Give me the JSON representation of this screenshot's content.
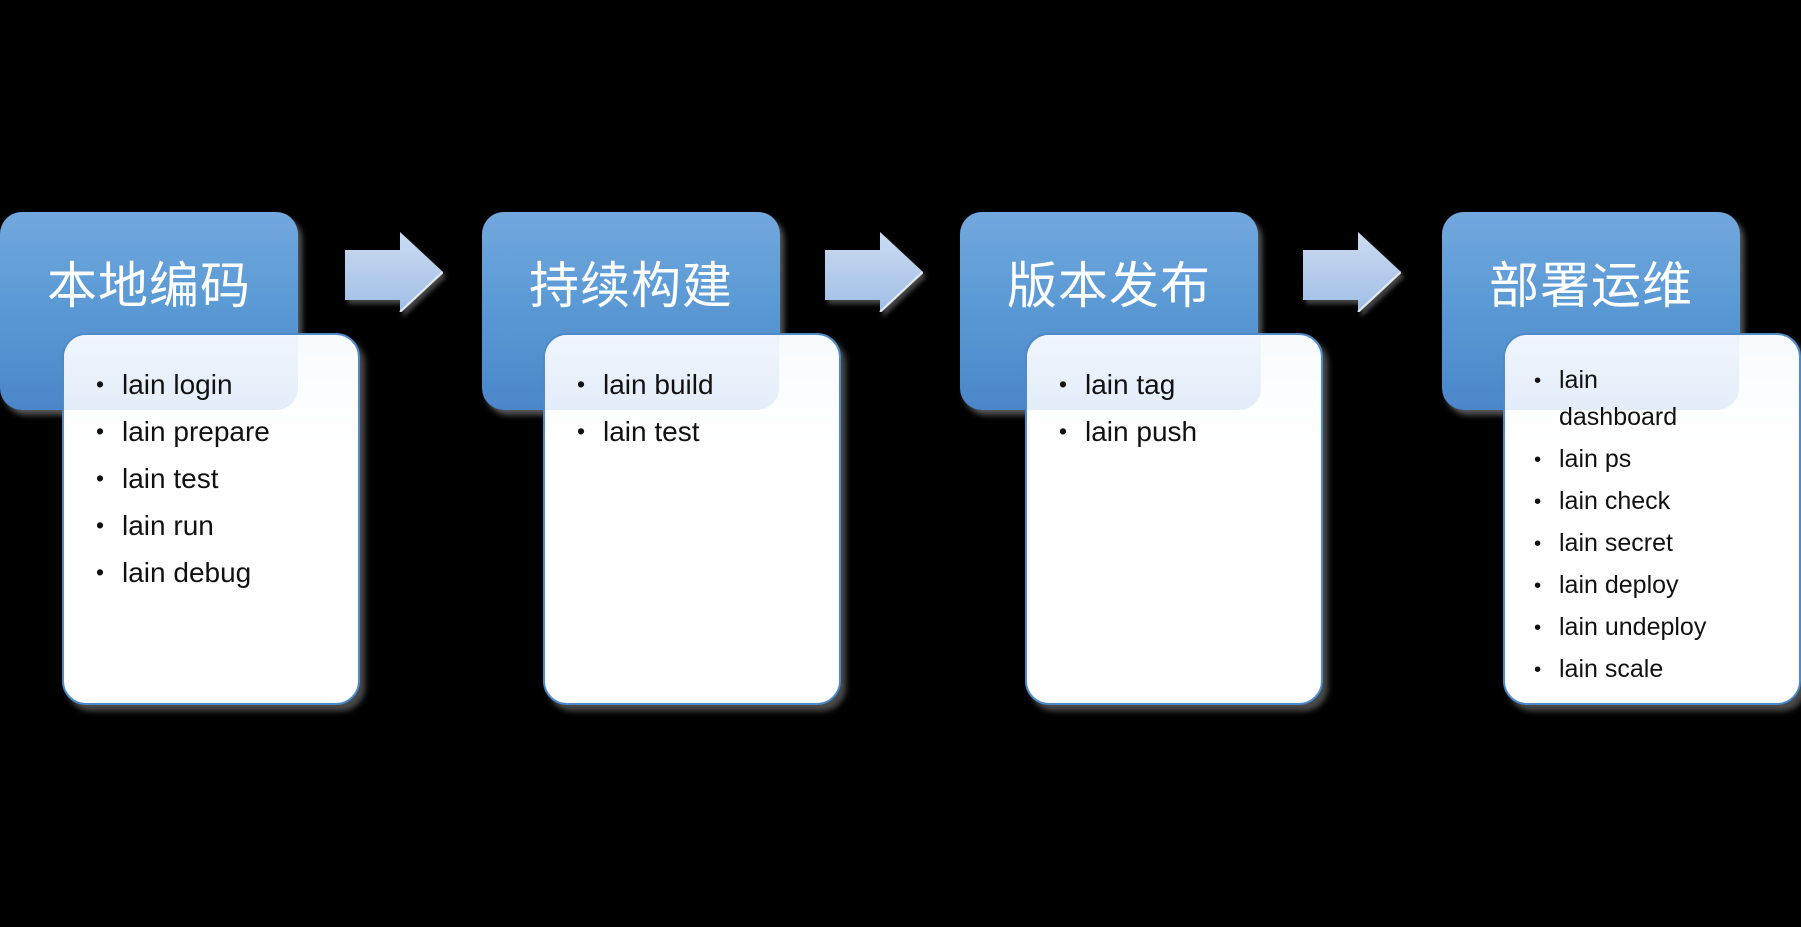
{
  "diagram": {
    "type": "process-flow",
    "stages": [
      {
        "title": "本地编码",
        "items": [
          "lain login",
          "lain prepare",
          "lain test",
          "lain run",
          "lain debug"
        ]
      },
      {
        "title": "持续构建",
        "items": [
          "lain build",
          "lain test"
        ]
      },
      {
        "title": "版本发布",
        "items": [
          "lain tag",
          "lain push"
        ]
      },
      {
        "title": "部署运维",
        "items": [
          "lain\ndashboard",
          "lain ps",
          "lain check",
          "lain secret",
          "lain deploy",
          "lain undeploy",
          "lain scale"
        ]
      }
    ],
    "arrow_icon": "right-block-arrow"
  },
  "colors": {
    "background": "#000000",
    "header_fill_top": "#73a8de",
    "header_fill_bottom": "#4a86c9",
    "header_text": "#ffffff",
    "panel_fill": "#ffffff",
    "panel_border": "#4e8ac8",
    "panel_tint": "#e3edf9",
    "list_text": "#111111",
    "arrow_fill_top": "#ccdcf2",
    "arrow_fill_bottom": "#9fbfe7"
  }
}
